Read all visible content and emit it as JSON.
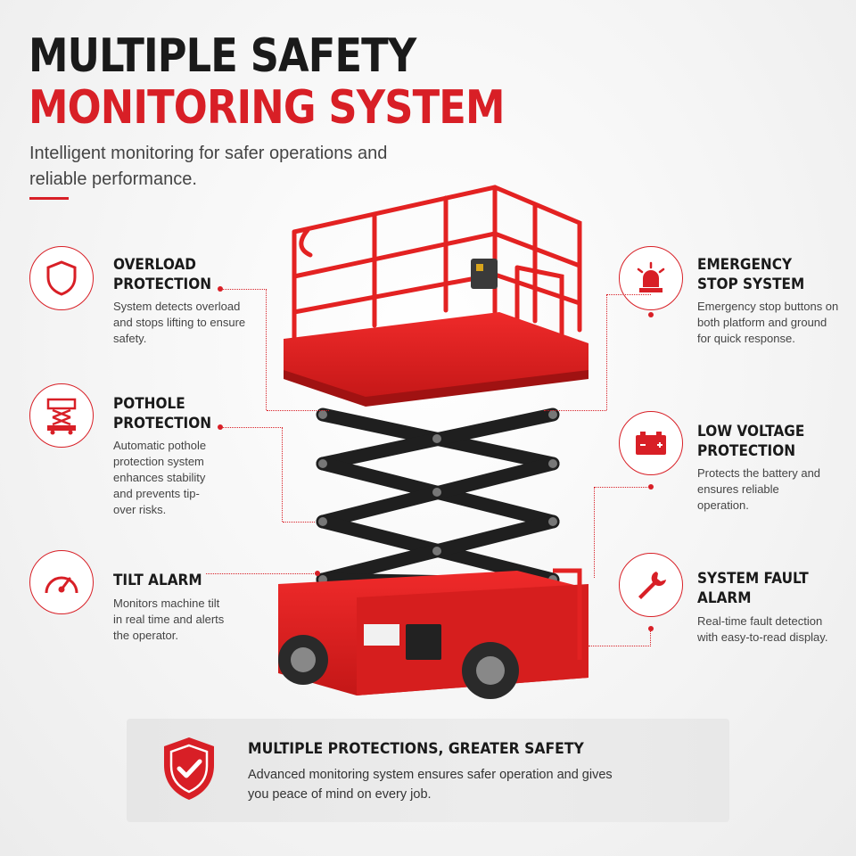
{
  "header": {
    "title_line1": "MULTIPLE SAFETY",
    "title_line2": "MONITORING SYSTEM",
    "subtitle": "Intelligent monitoring for safer operations and reliable performance."
  },
  "colors": {
    "accent": "#d81f26",
    "text_dark": "#1a1a1a",
    "text_body": "#444444"
  },
  "features": {
    "overload": {
      "icon": "shield-icon",
      "title": "OVERLOAD PROTECTION",
      "desc": "System detects overload and stops lifting to ensure safety."
    },
    "pothole": {
      "icon": "scissor-lift-icon",
      "title": "POTHOLE PROTECTION",
      "desc": "Automatic pothole protection system enhances stability and prevents tip-over risks."
    },
    "tilt": {
      "icon": "gauge-icon",
      "title": "TILT ALARM",
      "desc": "Monitors machine tilt in real time and alerts the operator."
    },
    "emergency": {
      "icon": "beacon-light-icon",
      "title": "EMERGENCY STOP SYSTEM",
      "desc": "Emergency stop buttons on both platform and ground for quick response."
    },
    "low_voltage": {
      "icon": "battery-icon",
      "title": "LOW VOLTAGE PROTECTION",
      "desc": "Protects the battery and ensures reliable operation."
    },
    "fault": {
      "icon": "wrench-icon",
      "title": "SYSTEM FAULT ALARM",
      "desc": "Real-time fault detection with easy-to-read display."
    }
  },
  "banner": {
    "icon": "shield-check-icon",
    "title": "MULTIPLE PROTECTIONS, GREATER SAFETY",
    "desc": "Advanced monitoring system ensures safer operation and gives you peace of mind on every job."
  }
}
